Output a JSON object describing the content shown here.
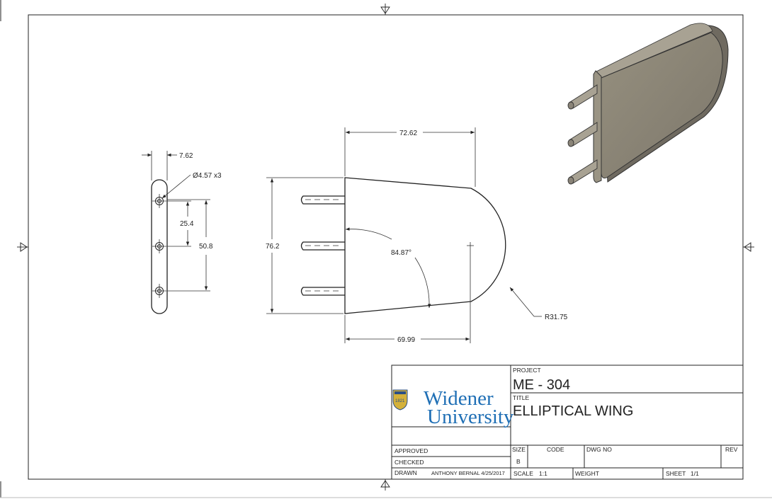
{
  "drawing": {
    "dimensions": {
      "thickness": "7.62",
      "hole_dia": "Ø4.57 x3",
      "hole_pitch": "25.4",
      "hole_span": "50.8",
      "top_length": "72.62",
      "height": "76.2",
      "angle": "84.87°",
      "bottom_length": "69.99",
      "radius": "R31.75"
    }
  },
  "title_block": {
    "university_line1": "Widener",
    "university_line2": "University",
    "crest_year": "1821",
    "project_label": "PROJECT",
    "project_value": "ME - 304",
    "title_label": "TITLE",
    "title_value": "ELLIPTICAL WING",
    "approved_label": "APPROVED",
    "checked_label": "CHECKED",
    "drawn_label": "DRAWN",
    "drawn_value": "ANTHONY BERNAL 4/25/2017",
    "size_label": "SIZE",
    "size_value": "B",
    "code_label": "CODE",
    "dwgno_label": "DWG NO",
    "rev_label": "REV",
    "scale_label": "SCALE",
    "scale_value": "1:1",
    "weight_label": "WEIGHT",
    "sheet_label": "SHEET",
    "sheet_value": "1/1"
  },
  "colors": {
    "crest_gold": "#d4b13a",
    "crest_blue": "#2b4f86",
    "university_blue": "#1f6fb5",
    "iso_face": "#8a8478",
    "iso_edge": "#6f6a60"
  }
}
